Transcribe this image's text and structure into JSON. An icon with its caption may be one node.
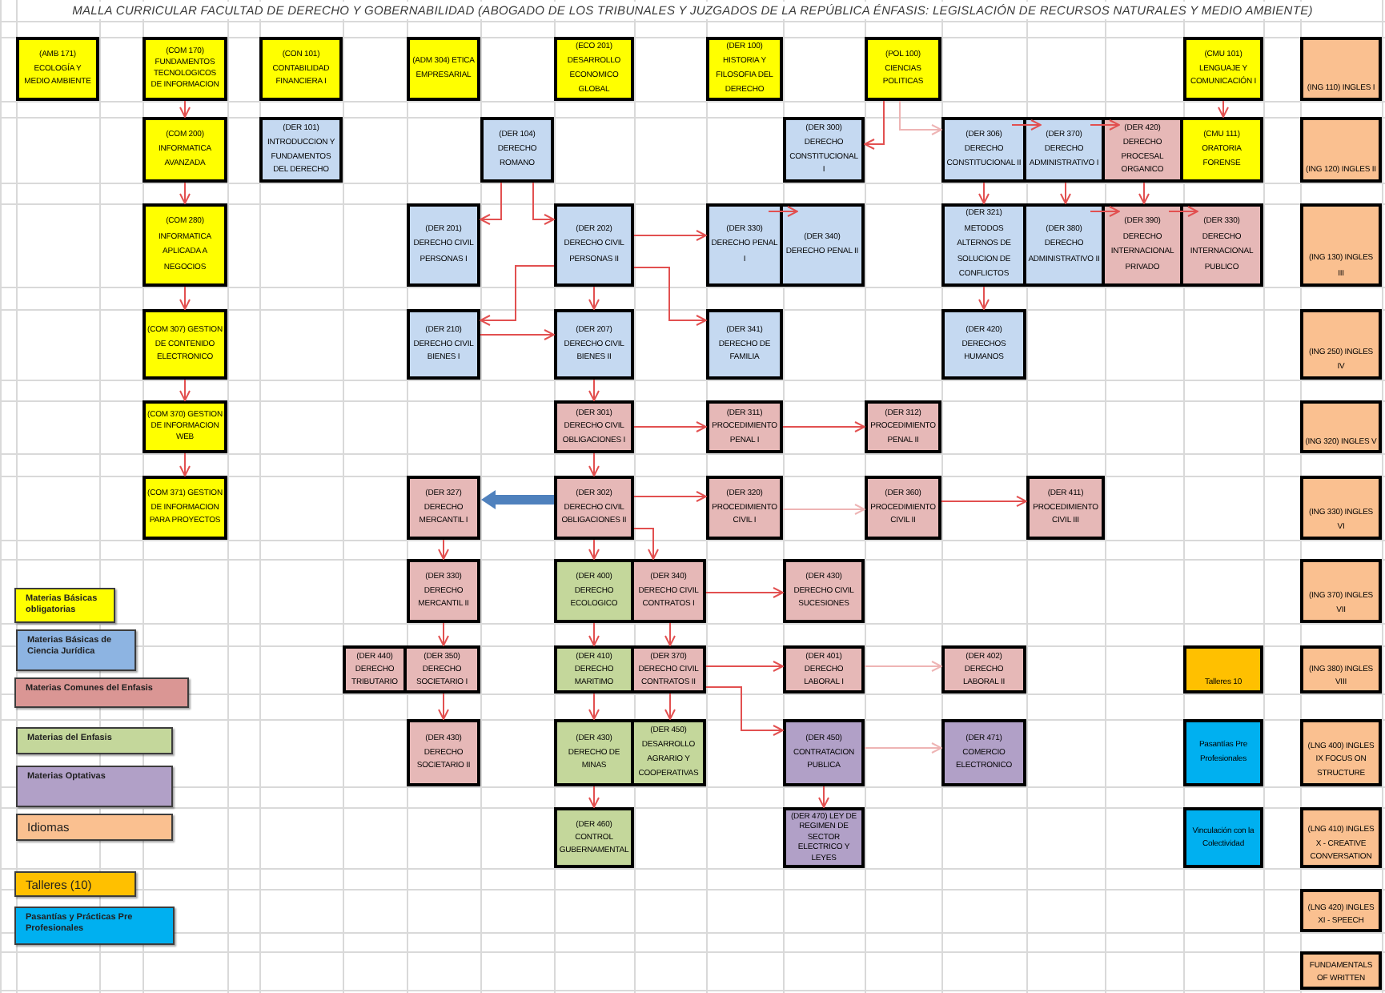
{
  "diagram": {
    "title": "MALLA CURRICULAR FACULTAD DE DERECHO Y GOBERNABILIDAD (ABOGADO DE LOS TRIBUNALES Y JUZGADOS DE LA REPÚBLICA ÉNFASIS: LEGISLACIÓN DE RECURSOS NATURALES Y MEDIO AMBIENTE)",
    "nodes": [
      {
        "text": [
          "(AMB 171) ECOLOGÍA Y MEDIO AMBIENTE"
        ]
      },
      {
        "text": [
          "(COM 170) FUNDAMENTOS TECNOLOGICOS DE INFORMACION"
        ]
      },
      {
        "text": [
          "(CON 101) CONTABILIDAD FINANCIERA I"
        ]
      },
      {
        "text": [
          "(ADM 304) ETICA EMPRESARIAL"
        ]
      },
      {
        "text": [
          "(ECO 201) DESARROLLO ECONOMICO GLOBAL"
        ]
      },
      {
        "text": [
          "(DER 100) HISTORIA Y FILOSOFIA DEL DERECHO"
        ]
      },
      {
        "text": [
          "(POL 100) CIENCIAS POLITICAS"
        ]
      },
      {
        "text": [
          "(CMU 101) LENGUAJE Y COMUNICACIÓN I"
        ]
      },
      {
        "text": [
          "(ING 110) INGLES I"
        ]
      },
      {
        "text": [
          "(COM 200) INFORMATICA AVANZADA"
        ]
      },
      {
        "text": [
          "(DER 101) INTRODUCCION Y FUNDAMENTOS DEL DERECHO"
        ]
      },
      {
        "text": [
          "(DER 104) DERECHO ROMANO"
        ]
      },
      {
        "text": [
          "(DER 300) DERECHO CONSTITUCIONAL I"
        ]
      },
      {
        "text": [
          "(DER 306) DERECHO CONSTITUCIONAL II"
        ]
      },
      {
        "text": [
          "(DER 370) DERECHO ADMINISTRATIVO I"
        ]
      },
      {
        "text": [
          "(DER 420) DERECHO PROCESAL ORGANICO"
        ]
      },
      {
        "text": [
          "(CMU 111) ORATORIA FORENSE"
        ]
      },
      {
        "text": [
          "(ING 120) INGLES II"
        ]
      },
      {
        "text": [
          "(COM 280) INFORMATICA APLICADA A NEGOCIOS"
        ]
      },
      {
        "text": [
          "(DER 201) DERECHO CIVIL PERSONAS I"
        ]
      },
      {
        "text": [
          "(DER 202) DERECHO CIVIL PERSONAS II"
        ]
      },
      {
        "text": [
          "(DER 330) DERECHO PENAL I"
        ]
      },
      {
        "text": [
          "(DER 340) DERECHO PENAL II"
        ]
      },
      {
        "text": [
          "(DER 321) METODOS ALTERNOS DE SOLUCION DE CONFLICTOS"
        ]
      },
      {
        "text": [
          "(DER 380) DERECHO ADMINISTRATIVO II"
        ]
      },
      {
        "text": [
          "(DER 390) DERECHO INTERNACIONAL PRIVADO"
        ]
      },
      {
        "text": [
          "(DER 330) DERECHO INTERNACIONAL PUBLICO"
        ]
      },
      {
        "text": [
          "(ING 130) INGLES III"
        ]
      },
      {
        "text": [
          "(COM 307) GESTION DE CONTENIDO ELECTRONICO"
        ]
      },
      {
        "text": [
          "(DER 210) DERECHO CIVIL BIENES I"
        ]
      },
      {
        "text": [
          "(DER 207) DERECHO CIVIL BIENES II"
        ]
      },
      {
        "text": [
          "(DER 341) DERECHO DE FAMILIA"
        ]
      },
      {
        "text": [
          "(DER 420) DERECHOS HUMANOS"
        ]
      },
      {
        "text": [
          "(ING 250) INGLES IV"
        ]
      },
      {
        "text": [
          "(COM 370) GESTION DE INFORMACION WEB"
        ]
      },
      {
        "text": [
          "(DER 301) DERECHO CIVIL OBLIGACIONES I"
        ]
      },
      {
        "text": [
          "(DER 311) PROCEDIMIENTO PENAL I"
        ]
      },
      {
        "text": [
          "(DER 312) PROCEDIMIENTO PENAL II"
        ]
      },
      {
        "text": [
          "(ING 320) INGLES V"
        ]
      },
      {
        "text": [
          "(COM 371) GESTION DE INFORMACION PARA PROYECTOS"
        ]
      },
      {
        "text": [
          "(DER 327) DERECHO MERCANTIL I"
        ]
      },
      {
        "text": [
          "(DER 302) DERECHO CIVIL OBLIGACIONES II"
        ]
      },
      {
        "text": [
          "(DER 320) PROCEDIMIENTO CIVIL I"
        ]
      },
      {
        "text": [
          "(DER 360) PROCEDIMIENTO CIVIL II"
        ]
      },
      {
        "text": [
          "(DER 411) PROCEDIMIENTO CIVIL III"
        ]
      },
      {
        "text": [
          "(ING 330) INGLES VI"
        ]
      },
      {
        "text": [
          "(DER 330) DERECHO MERCANTIL II"
        ]
      },
      {
        "text": [
          "(DER 400) DERECHO ECOLOGICO"
        ]
      },
      {
        "text": [
          "(DER 340) DERECHO CIVIL CONTRATOS I"
        ]
      },
      {
        "text": [
          "(DER 430) DERECHO CIVIL SUCESIONES"
        ]
      },
      {
        "text": [
          "(ING 370) INGLES VII"
        ]
      },
      {
        "text": [
          "(DER 440) DERECHO TRIBUTARIO"
        ]
      },
      {
        "text": [
          "(DER 350) DERECHO SOCIETARIO I"
        ]
      },
      {
        "text": [
          "(DER 410) DERECHO MARITIMO"
        ]
      },
      {
        "text": [
          "(DER 370) DERECHO CIVIL CONTRATOS II"
        ]
      },
      {
        "text": [
          "(DER 401) DERECHO LABORAL I"
        ]
      },
      {
        "text": [
          "(DER 402) DERECHO LABORAL II"
        ]
      },
      {
        "text": [
          "Talleres 10"
        ]
      },
      {
        "text": [
          "(ING 380) INGLES VIII"
        ]
      },
      {
        "text": [
          "(DER 430) DERECHO SOCIETARIO II"
        ]
      },
      {
        "text": [
          "(DER 430) DERECHO DE MINAS"
        ]
      },
      {
        "text": [
          "(DER 450) DESARROLLO AGRARIO Y COOPERATIVAS"
        ]
      },
      {
        "text": [
          "(DER 450) CONTRATACION PUBLICA"
        ]
      },
      {
        "text": [
          "(DER 471) COMERCIO ELECTRONICO"
        ]
      },
      {
        "text": [
          "Pasantías Pre Profesionales"
        ]
      },
      {
        "text": [
          "(LNG 400) INGLES IX FOCUS ON STRUCTURE"
        ]
      },
      {
        "text": [
          "(DER 460) CONTROL GUBERNAMENTAL"
        ]
      },
      {
        "text": [
          "(DER 470) LEY DE REGIMEN DE SECTOR ELECTRICO Y LEYES"
        ]
      },
      {
        "text": [
          "Vinculación con la Colectividad"
        ]
      },
      {
        "text": [
          "(LNG 410) INGLES X - CREATIVE CONVERSATION"
        ]
      },
      {
        "text": [
          "(LNG 420) INGLES XI - SPEECH"
        ]
      },
      {
        "text": [
          "FUNDAMENTALS OF WRITTEN"
        ]
      }
    ],
    "edges": [
      {
        "from": 1,
        "to": 9,
        "arrow": "to"
      },
      {
        "from": 9,
        "to": 18,
        "arrow": "to"
      },
      {
        "from": 18,
        "to": 28,
        "arrow": "to"
      },
      {
        "from": 28,
        "to": 34,
        "arrow": "to"
      },
      {
        "from": 34,
        "to": 39,
        "arrow": "to"
      },
      {
        "from": 7,
        "to": 16,
        "arrow": "to"
      },
      {
        "from": 6,
        "to": 12,
        "arrow": "to"
      },
      {
        "from": 6,
        "to": 13,
        "arrow": "to",
        "color": "#eeb4b4"
      },
      {
        "from": 13,
        "to": 14,
        "arrow": "to"
      },
      {
        "from": 14,
        "to": 15,
        "arrow": "to"
      },
      {
        "from": 13,
        "to": 23,
        "arrow": "to"
      },
      {
        "from": 14,
        "to": 24,
        "arrow": "to"
      },
      {
        "from": 15,
        "to": 25,
        "arrow": "to"
      },
      {
        "from": 24,
        "to": 25,
        "arrow": "to"
      },
      {
        "from": 25,
        "to": 26,
        "arrow": "to"
      },
      {
        "from": 23,
        "to": 32,
        "arrow": "to"
      },
      {
        "from": 11,
        "to": 19,
        "arrow": "to"
      },
      {
        "from": 11,
        "to": 20,
        "arrow": "to"
      },
      {
        "from": 20,
        "to": 21,
        "arrow": "to"
      },
      {
        "from": 21,
        "to": 22,
        "arrow": "to"
      },
      {
        "from": 20,
        "to": 29,
        "arrow": "to"
      },
      {
        "from": 20,
        "to": 31,
        "arrow": "to"
      },
      {
        "from": 29,
        "to": 30,
        "arrow": "to"
      },
      {
        "from": 20,
        "to": 30,
        "arrow": "to"
      },
      {
        "from": 30,
        "to": 35,
        "arrow": "to"
      },
      {
        "from": 35,
        "to": 36,
        "arrow": "to"
      },
      {
        "from": 36,
        "to": 37,
        "arrow": "to"
      },
      {
        "from": 35,
        "to": 41,
        "arrow": "to"
      },
      {
        "from": 41,
        "to": 42,
        "arrow": "to"
      },
      {
        "from": 42,
        "to": 43,
        "arrow": "to",
        "color": "#eeb4b4"
      },
      {
        "from": 43,
        "to": 44,
        "arrow": "to"
      },
      {
        "from": 41,
        "to": 40,
        "arrow": "to",
        "style": "thick",
        "color": "#4f81bd"
      },
      {
        "from": 40,
        "to": 46,
        "arrow": "to"
      },
      {
        "from": 41,
        "to": 47,
        "arrow": "to"
      },
      {
        "from": 41,
        "to": 48,
        "arrow": "to"
      },
      {
        "from": 48,
        "to": 49,
        "arrow": "to"
      },
      {
        "from": 46,
        "to": 52,
        "arrow": "to"
      },
      {
        "from": 47,
        "to": 53,
        "arrow": "to"
      },
      {
        "from": 48,
        "to": 54,
        "arrow": "to"
      },
      {
        "from": 54,
        "to": 55,
        "arrow": "to"
      },
      {
        "from": 55,
        "to": 56,
        "arrow": "to",
        "color": "#eeb4b4"
      },
      {
        "from": 52,
        "to": 59,
        "arrow": "to"
      },
      {
        "from": 53,
        "to": 60,
        "arrow": "to"
      },
      {
        "from": 54,
        "to": 61,
        "arrow": "to"
      },
      {
        "from": 54,
        "to": 62,
        "arrow": "to"
      },
      {
        "from": 62,
        "to": 63,
        "arrow": "to",
        "color": "#eeb4b4"
      },
      {
        "from": 60,
        "to": 66,
        "arrow": "to"
      },
      {
        "from": 62,
        "to": 67,
        "arrow": "to"
      }
    ],
    "legend": [
      {
        "text": "Materias Básicas obligatorias",
        "color": "#ffff00"
      },
      {
        "text": "Materias Básicas de Ciencia Jurídica",
        "color": "#8db4e2"
      },
      {
        "text": "Materias Comunes del Enfasis",
        "color": "#da9694"
      },
      {
        "text": "Materias del Enfasis",
        "color": "#c4d79b"
      },
      {
        "text": "Materias Optativas",
        "color": "#b1a0c7"
      },
      {
        "text": "Idiomas",
        "color": "#fac090"
      },
      {
        "text": "Talleres (10)",
        "color": "#ffc000"
      },
      {
        "text": "Pasantías y Prácticas Pre Profesionales",
        "color": "#00b0f0"
      }
    ]
  }
}
